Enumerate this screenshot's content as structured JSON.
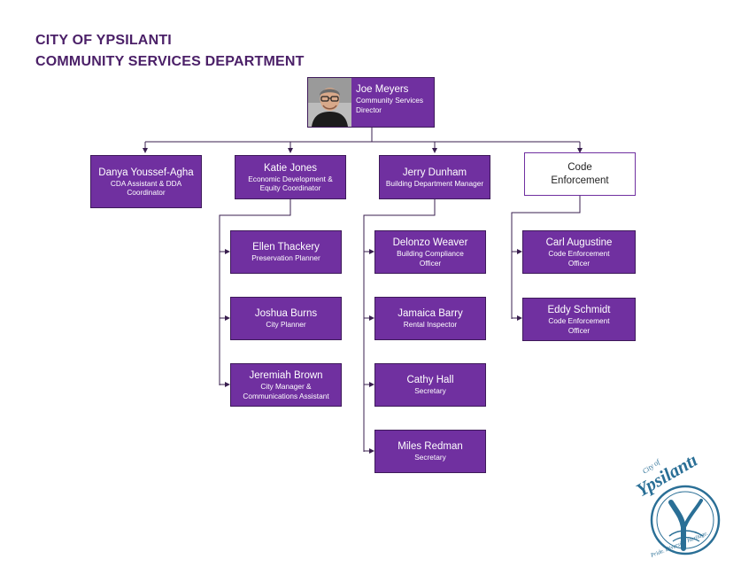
{
  "title_line1": "CITY OF YPSILANTI",
  "title_line2": "COMMUNITY SERVICES DEPARTMENT",
  "director": {
    "name": "Joe Meyers",
    "role_line1": "Community Services",
    "role_line2": "Director"
  },
  "level1": [
    {
      "name": "Danya Youssef-Agha",
      "role_line1": "CDA Assistant & DDA",
      "role_line2": "Coordinator"
    },
    {
      "name": "Katie Jones",
      "role_line1": "Economic Development &",
      "role_line2": "Equity Coordinator"
    },
    {
      "name": "Jerry Dunham",
      "role_line1": "Building Department Manager",
      "role_line2": ""
    },
    {
      "name_line1": "Code",
      "name_line2": "Enforcement"
    }
  ],
  "katie_reports": [
    {
      "name": "Ellen Thackery",
      "role_line1": "Preservation Planner",
      "role_line2": ""
    },
    {
      "name": "Joshua Burns",
      "role_line1": "City Planner",
      "role_line2": ""
    },
    {
      "name": "Jeremiah Brown",
      "role_line1": "City Manager &",
      "role_line2": "Communications Assistant"
    }
  ],
  "jerry_reports": [
    {
      "name": "Delonzo Weaver",
      "role_line1": "Building Compliance",
      "role_line2": "Officer"
    },
    {
      "name": "Jamaica Barry",
      "role_line1": "Rental Inspector",
      "role_line2": ""
    },
    {
      "name": "Cathy Hall",
      "role_line1": "Secretary",
      "role_line2": ""
    },
    {
      "name": "Miles Redman",
      "role_line1": "Secretary",
      "role_line2": ""
    }
  ],
  "code_reports": [
    {
      "name": "Carl Augustine",
      "role_line1": "Code Enforcement",
      "role_line2": "Officer"
    },
    {
      "name": "Eddy Schmidt",
      "role_line1": "Code Enforcement",
      "role_line2": "Officer"
    }
  ],
  "logo": {
    "small_text": "City of",
    "big_text": "Ypsilanti",
    "tagline": "Pride. Diversity. Heritage."
  },
  "colors": {
    "box": "#7030a0",
    "title": "#4b2068",
    "line": "#3a1f4f",
    "logo": "#2a6f96"
  }
}
